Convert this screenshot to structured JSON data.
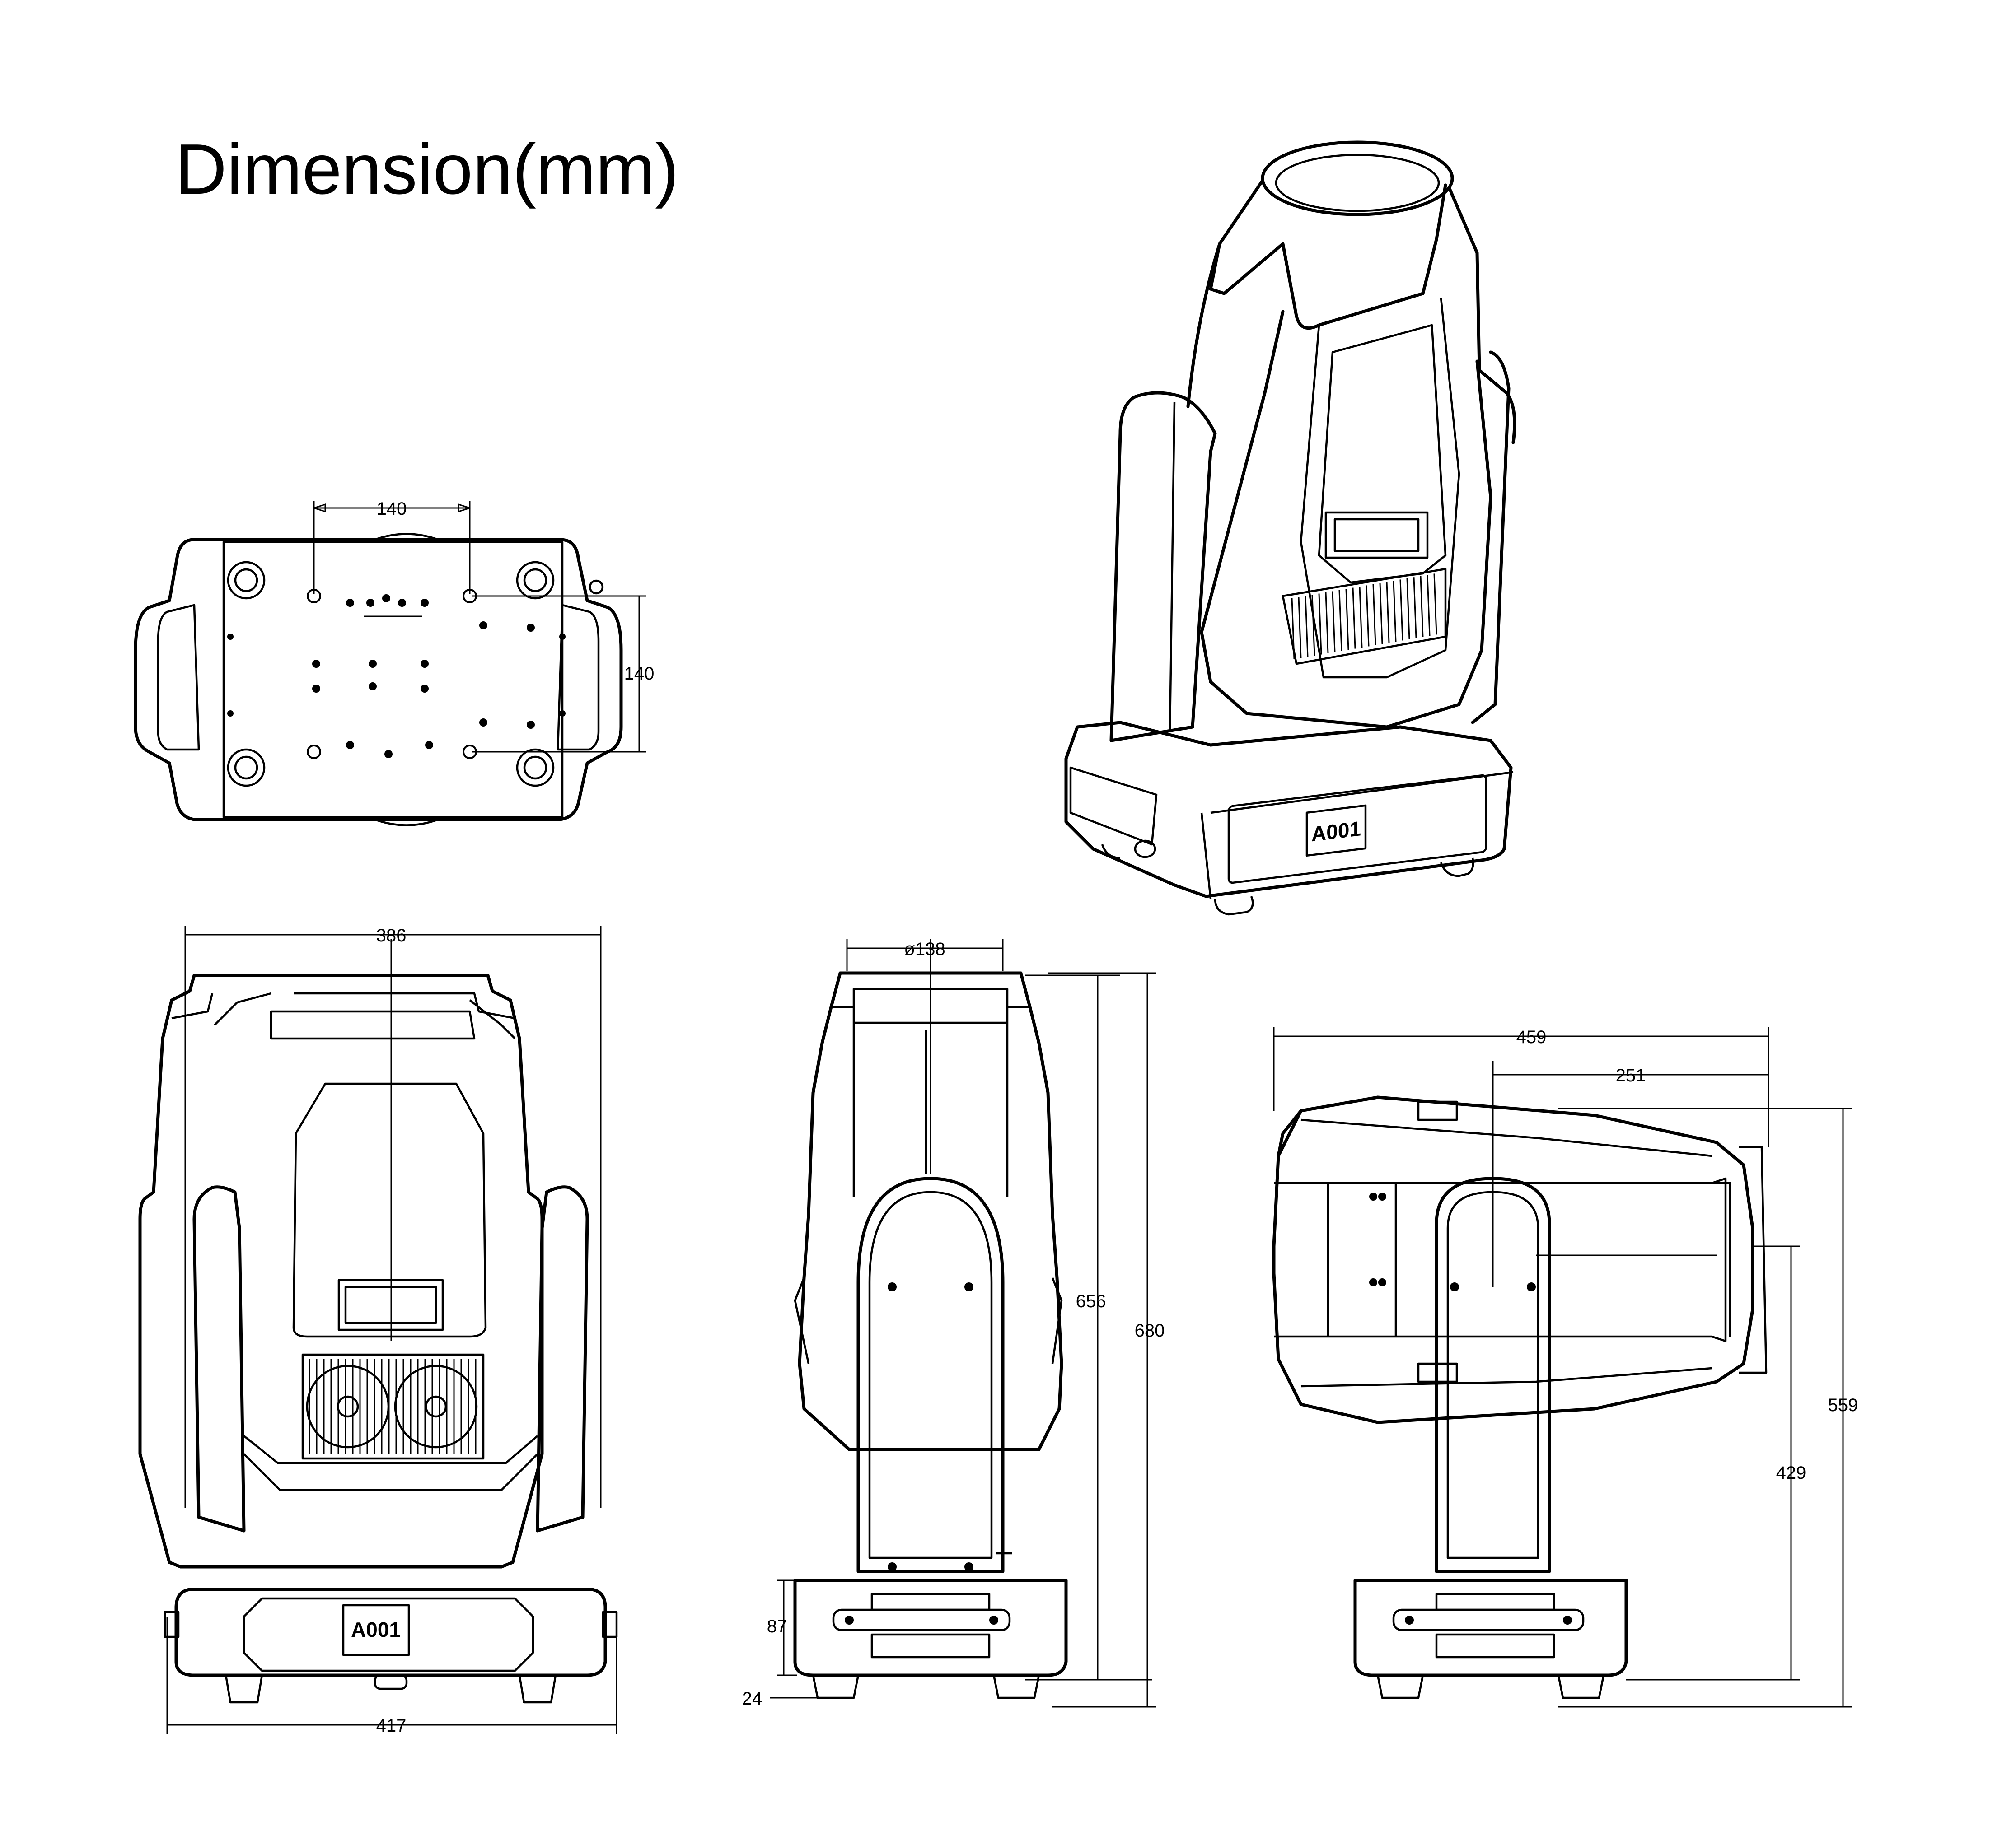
{
  "title": "Dimension(mm)",
  "top_view": {
    "dim_hole_spacing_x": "140",
    "dim_hole_spacing_y": "140"
  },
  "isometric_view": {
    "label": "A001"
  },
  "front_view": {
    "dim_head_width": "386",
    "dim_base_width": "417",
    "label": "A001"
  },
  "side_view": {
    "dim_lens_diameter": "ø138",
    "dim_height_head": "656",
    "dim_height_total": "680",
    "dim_base_height": "87",
    "dim_feet": "24"
  },
  "tilted_view": {
    "dim_length": "459",
    "dim_front_offset": "251",
    "dim_height": "559",
    "dim_axis_height": "429"
  }
}
